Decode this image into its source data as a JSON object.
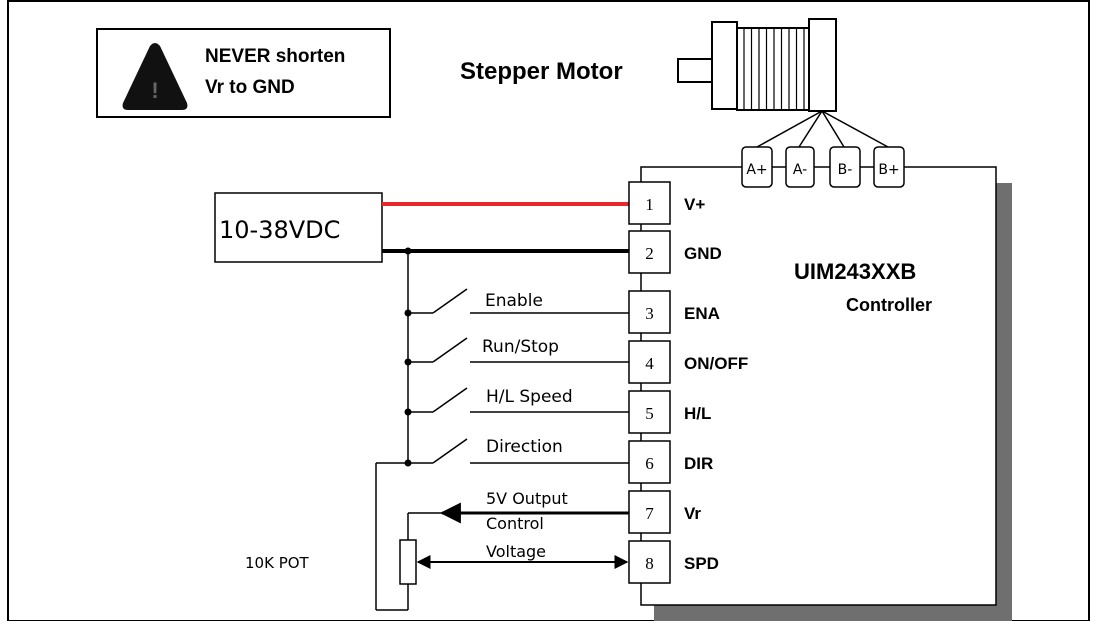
{
  "warning": {
    "line1": "NEVER shorten",
    "line2": "Vr to GND",
    "icon": "warning-triangle-icon"
  },
  "motor": {
    "label": "Stepper  Motor",
    "phases": [
      "A+",
      "A-",
      "B-",
      "B+"
    ]
  },
  "power": {
    "label": "10-38VDC",
    "positive_wire_color": "#e8282b",
    "ground_wire_color": "#000000"
  },
  "controller": {
    "model": "UIM243XXB",
    "subtitle": "Controller"
  },
  "pins": [
    {
      "num": "1",
      "name": "V+"
    },
    {
      "num": "2",
      "name": "GND"
    },
    {
      "num": "3",
      "name": "ENA"
    },
    {
      "num": "4",
      "name": "ON/OFF"
    },
    {
      "num": "5",
      "name": "H/L"
    },
    {
      "num": "6",
      "name": "DIR"
    },
    {
      "num": "7",
      "name": "Vr"
    },
    {
      "num": "8",
      "name": "SPD"
    }
  ],
  "switches": [
    "Enable",
    "Run/Stop",
    "H/L Speed",
    "Direction"
  ],
  "signals": {
    "vr_line1": "5V Output",
    "vr_line2": "Control",
    "spd_line": "Voltage"
  },
  "pot": {
    "label": "10K POT"
  }
}
